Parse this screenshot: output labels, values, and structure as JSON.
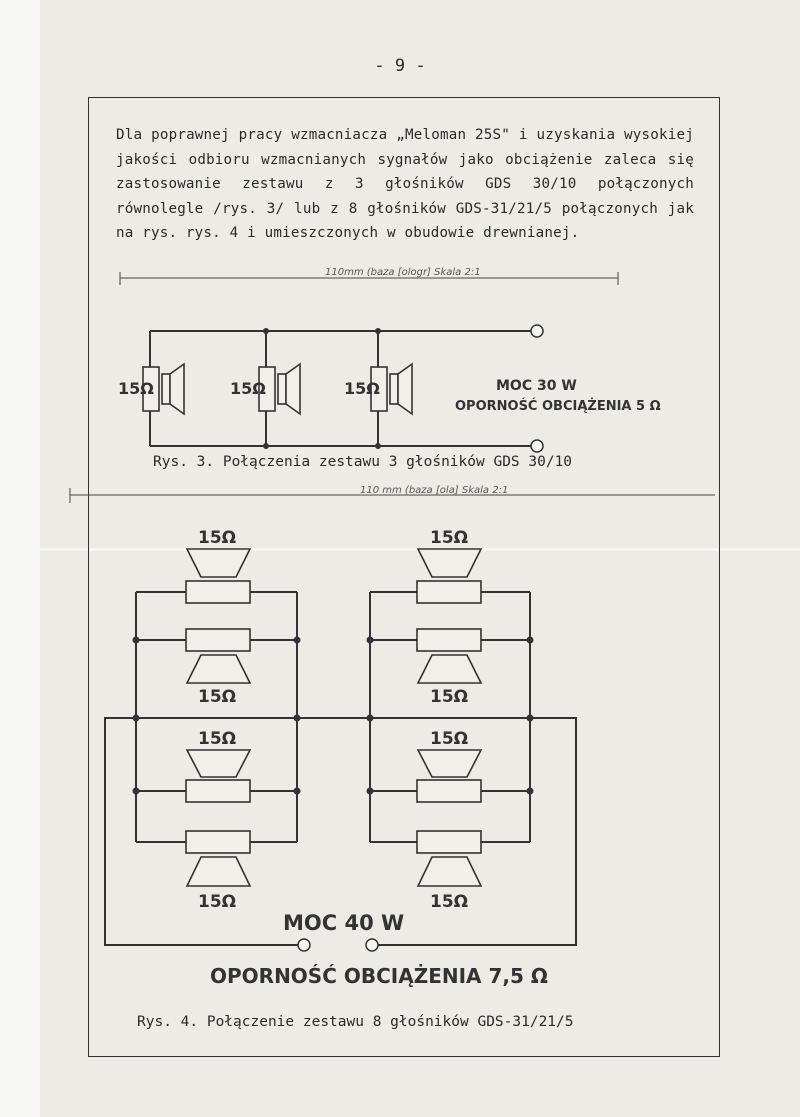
{
  "page_number": "- 9 -",
  "intro_text": "Dla poprawnej pracy wzmacniacza „Meloman 25S\" i uzyskania wysokiej jakości odbioru wzmacnianych sygnałów jako obciążenie zaleca się zastosowanie zestawu z 3 głośników GDS 30/10 połączonych równolegle /rys. 3/ lub z 8 głośników GDS-31/21/5 połączonych jak na rys. rys. 4 i umieszczonych w obudowie drewnianej.",
  "fig3": {
    "scale_note": "110mm (baza [ologr] Skala 2:1",
    "speaker_label": "15Ω",
    "power_label": "MOC 30 W",
    "impedance_label": "OPORNOŚĆ OBCIĄŻENIA 5 Ω",
    "caption": "Rys. 3. Połączenia zestawu 3 głośników GDS 30/10"
  },
  "fig4": {
    "scale_note": "110 mm (baza [ola] Skala 2:1",
    "speaker_label": "15Ω",
    "power_label": "MOC 40 W",
    "impedance_label": "OPORNOŚĆ OBCIĄŻENIA 7,5 Ω",
    "caption": "Rys. 4. Połączenie zestawu 8 głośników GDS-31/21/5"
  },
  "colors": {
    "paper": "#ecebe6",
    "ink": "#333333"
  }
}
